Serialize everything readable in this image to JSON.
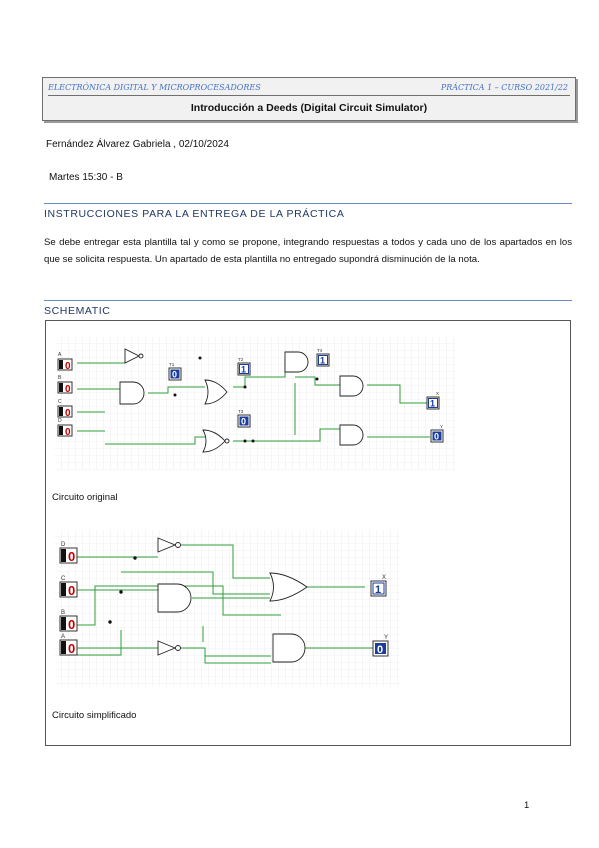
{
  "header": {
    "left": "ELECTRÓNICA DIGITAL Y MICROPROCESADORES",
    "right": "PRÁCTICA 1 – CURSO 2021/22",
    "title": "Introducción a Deeds (Digital Circuit Simulator)"
  },
  "author_line": "Fernández Álvarez Gabriela , 02/10/2024",
  "group_line": "Martes 15:30 - B",
  "instructions": {
    "heading": "INSTRUCCIONES PARA LA ENTREGA DE LA PRÁCTICA",
    "body": "Se debe entregar esta plantilla tal y como se propone, integrando respuestas a todos y cada uno de los apartados en los que se solicita respuesta. Un apartado de esta plantilla no entregado supondrá disminución de la nota."
  },
  "schematic": {
    "heading": "SCHEMATIC",
    "original": {
      "caption": "Circuito original",
      "input_labels": [
        "A",
        "B",
        "C",
        "D"
      ],
      "input_values": [
        "0",
        "0",
        "0",
        "0"
      ],
      "probe_labels": [
        "T1",
        "T2",
        "T3",
        "T4"
      ],
      "probe_values": [
        "0",
        "1",
        "0",
        "1"
      ],
      "output_labels": [
        "X",
        "Y"
      ],
      "output_values": [
        "1",
        "0"
      ]
    },
    "simplified": {
      "caption": "Circuito simplificado",
      "input_labels": [
        "D",
        "C",
        "B",
        "A"
      ],
      "input_values": [
        "0",
        "0",
        "0",
        "0"
      ],
      "output_labels": [
        "X",
        "Y"
      ],
      "output_values": [
        "1",
        "0"
      ]
    }
  },
  "page_number": "1",
  "colors": {
    "accent": "#4472c4",
    "heading": "#1f3864",
    "rule": "#6c8ebf",
    "wire": "#2e9e3a",
    "led_bg": "#1a3c9b",
    "input_red": "#c00000"
  }
}
